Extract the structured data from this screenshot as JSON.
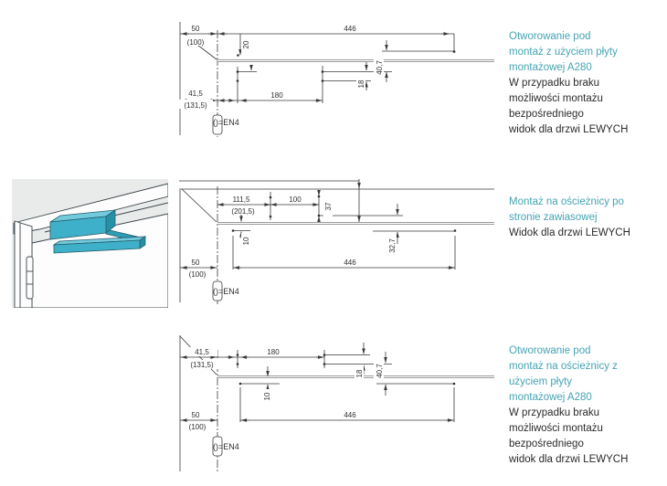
{
  "page": {
    "background": "#ffffff"
  },
  "colors": {
    "line": "#3a3a3a",
    "door_edge_gray": "#9c9c9c",
    "teal_text": "#44a3b3",
    "black_text": "#2a2a2a",
    "closer_cyan_front": "#3fb0c9",
    "closer_cyan_top": "#72cadd",
    "closer_cyan_side": "#2790a9",
    "panel_bg": "#e9eaea"
  },
  "illustration": {
    "name": "door-closer-3d-view"
  },
  "sections": [
    {
      "id": "top",
      "note": "()=EN4",
      "dims": {
        "d50": "50",
        "dp100": "(100)",
        "d446": "446",
        "d20": "20",
        "d407": "40,7",
        "d18": "18",
        "d180": "180",
        "d415": "41,5",
        "dp1315": "(131,5)"
      },
      "caption": {
        "teal": [
          "Otworowanie pod",
          "montaż z użyciem płyty",
          "montażowej A280"
        ],
        "black": [
          "W przypadku braku",
          "możliwości montażu",
          "bezpośredniego",
          "widok dla drzwi LEWYCH"
        ]
      }
    },
    {
      "id": "middle",
      "note": "()=EN4",
      "dims": {
        "d1115": "111,5",
        "dp2015": "(201,5)",
        "d100": "100",
        "d37": "37",
        "d10": "10",
        "d327": "32,7",
        "d50": "50",
        "dp100": "(100)",
        "d446": "446"
      },
      "caption": {
        "teal": [
          "Montaż na ościeżnicy po",
          "stronie zawiasowej"
        ],
        "black": [
          "Widok dla drzwi LEWYCH"
        ]
      }
    },
    {
      "id": "bottom",
      "note": "()=EN4",
      "dims": {
        "d415": "41,5",
        "dp1315": "(131,5)",
        "d180": "180",
        "d18": "18",
        "d407": "40,7",
        "d10": "10",
        "d50": "50",
        "dp100": "(100)",
        "d446": "446"
      },
      "caption": {
        "teal": [
          "Otworowanie pod",
          "montaż na ościeżnicy z",
          "użyciem płyty",
          "montażowej A280"
        ],
        "black": [
          "W przypadku braku",
          "możliwości montażu",
          "bezpośredniego",
          "widok dla drzwi LEWYCH"
        ]
      }
    }
  ]
}
